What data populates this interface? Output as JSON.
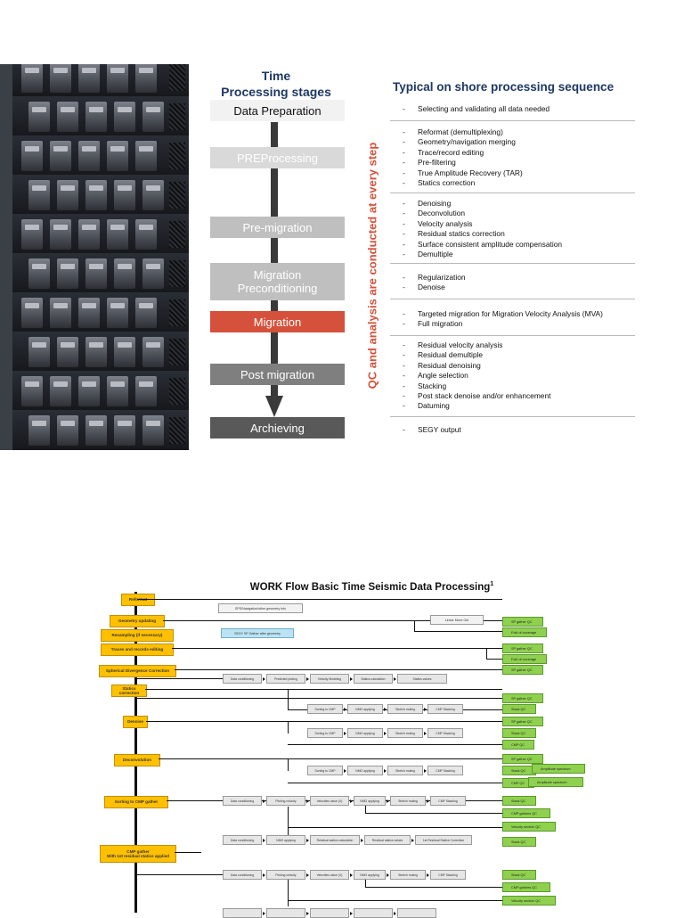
{
  "stages": {
    "title_line1": "Time",
    "title_line2": "Processing stages",
    "items": [
      {
        "label": "Data Preparation",
        "bg": "#f2f2f2",
        "fg": "#111111"
      },
      {
        "label": "PREProcessing",
        "bg": "#d9d9d9",
        "fg": "#ffffff"
      },
      {
        "label": "Pre-migration",
        "bg": "#bfbfbf",
        "fg": "#ffffff"
      },
      {
        "label": "Migration\nPreconditioning",
        "bg": "#bfbfbf",
        "fg": "#ffffff"
      },
      {
        "label": "Migration",
        "bg": "#d6513b",
        "fg": "#ffffff"
      },
      {
        "label": "Post migration",
        "bg": "#7f7f7f",
        "fg": "#ffffff"
      },
      {
        "label": "Archieving",
        "bg": "#595959",
        "fg": "#ffffff"
      }
    ],
    "qc_note": "QC and analysis are conducted at every step"
  },
  "sequence": {
    "title": "Typical on shore processing sequence",
    "groups": [
      [
        "Selecting and validating all data needed"
      ],
      [
        "Reformat (demultiplexing)",
        "Geometry/navigation merging",
        "Trace/record editing",
        "Pre-filtering",
        "True Amplitude Recovery (TAR)",
        "Statics correction"
      ],
      [
        "Denoising",
        "Deconvolution",
        "Velocity analysis",
        "Residual statics correction",
        "Surface consistent amplitude compensation",
        "Demultiple"
      ],
      [
        "Regularization",
        "Denoise"
      ],
      [
        "Targeted migration for Migration Velocity Analysis (MVA)",
        "Full migration"
      ],
      [
        "Residual velocity analysis",
        "Residual demultiple",
        "Residual denoising",
        "Angle selection",
        "Stacking",
        "Post stack denoise and/or enhancement",
        "Datuming"
      ],
      [
        "SEGY output"
      ]
    ]
  },
  "workflow": {
    "title": "WORK Flow Basic Time Seismic Data Processing",
    "title_sup": "1",
    "steps": [
      "Reformat",
      "Geometry updating",
      "Resampling (if necessary)",
      "Traces and records editing",
      "Spherical Divergence Correction",
      "Statics correction",
      "Denoise",
      "Deconvolution",
      "Sorting to CMP gather",
      "CMP gather\nWith 1st residual statics applied"
    ],
    "info_boxes": [
      "SPS/Navigation/other geometry info",
      "SEGY SP Gather after geometry",
      "Linear Move Out"
    ],
    "qc_boxes": [
      "SP gather QC",
      "Fold of coverage",
      "SP gather QC",
      "Fold of coverage",
      "SP gather QC",
      "SP gather QC",
      "Stack QC",
      "SP gather QC",
      "Stack QC",
      "CMP QC",
      "SP gather QC",
      "Stack QC",
      "CMP QC",
      "Amplitude spectrum",
      "Amplitude spectrum",
      "Stack QC",
      "CMP gathers QC",
      "Velocity section QC",
      "Stack QC",
      "Stack QC",
      "CMP gathers QC",
      "Velocity section QC"
    ],
    "chains": {
      "sdc": [
        "Data conditioning",
        "Predicted picking",
        "Velocity Modeling",
        "Statics calculation",
        "Statics values"
      ],
      "stack": [
        "Sorting to CMP",
        "NMO applying",
        "Stretch muting",
        "CMP Stacking"
      ],
      "cmp1": [
        "Data conditioning",
        "Picking velocity",
        "Velocities value (V)",
        "NMO applying",
        "Stretch muting",
        "CMP Stacking"
      ],
      "resid": [
        "Data conditioning",
        "NMO applying",
        "Residual statics calculation",
        "Residual statics values",
        "1st Residual Statics Correction"
      ]
    }
  }
}
